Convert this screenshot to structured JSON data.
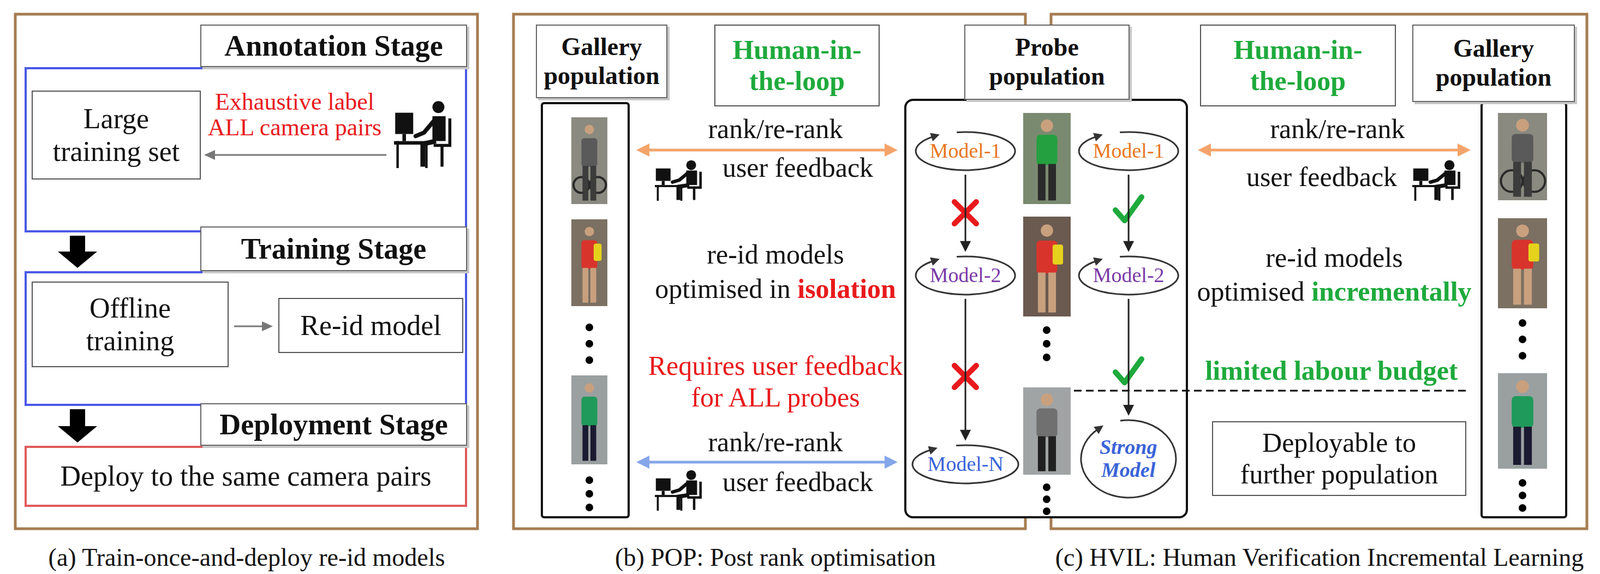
{
  "diagram": {
    "nodes": [
      {
        "text": [
          "Annotation Stage",
          "Exhaustive label ALL camera pairs"
        ]
      },
      {
        "text": [
          "Large training set"
        ],
        "in": 0
      },
      {
        "text": [
          "Training Stage"
        ]
      },
      {
        "text": [
          "Offline training"
        ],
        "in": 2
      },
      {
        "text": [
          "Re-id model"
        ],
        "in": 2
      },
      {
        "text": [
          "Deployment Stage",
          "Deploy to the same camera pairs"
        ]
      },
      {
        "text": [
          "Gallery population"
        ]
      },
      {
        "text": [
          "Human-in-the-loop"
        ]
      },
      {
        "text": [
          "Probe population"
        ]
      },
      {
        "text": [
          "Model-1"
        ],
        "in": 8
      },
      {
        "text": [
          "Model-2"
        ],
        "in": 8
      },
      {
        "text": [
          "Model-N"
        ],
        "in": 8
      },
      {
        "text": [
          "Model-1"
        ],
        "in": 8
      },
      {
        "text": [
          "Model-2"
        ],
        "in": 8
      },
      {
        "text": [
          "Strong Model"
        ],
        "in": 8
      },
      {
        "text": [
          "Human-in-the-loop"
        ]
      },
      {
        "text": [
          "Gallery population"
        ]
      },
      {
        "text": [
          "Deployable to further population"
        ]
      }
    ],
    "edges": [
      {
        "from": 0,
        "to": 2,
        "arrow": "to"
      },
      {
        "from": 2,
        "to": 5,
        "arrow": "to"
      },
      {
        "from": 3,
        "to": 4,
        "arrow": "to"
      },
      {
        "from": 6,
        "to": 8,
        "label": "rank/re-rank",
        "arrow": "both"
      },
      {
        "from": 6,
        "to": 8,
        "label": "rank/re-rank",
        "arrow": "both"
      },
      {
        "from": 9,
        "to": 10,
        "arrow": "to"
      },
      {
        "from": 10,
        "to": 11,
        "arrow": "to"
      },
      {
        "from": 12,
        "to": 13,
        "arrow": "to"
      },
      {
        "from": 13,
        "to": 14,
        "arrow": "to"
      },
      {
        "from": 8,
        "to": 16,
        "label": "rank/re-rank",
        "arrow": "both"
      }
    ],
    "labels": [
      "user feedback",
      "re-id models",
      "optimised in",
      "isolation",
      "Requires user feedback for ALL probes",
      "user feedback",
      "user feedback",
      "re-id models",
      "optimised",
      "incrementally",
      "limited labour budget",
      "(a) Train-once-and-deploy re-id models",
      "(b) POP: Post rank optimisation",
      "(c) HVIL: Human Verification Incremental Learning"
    ]
  }
}
